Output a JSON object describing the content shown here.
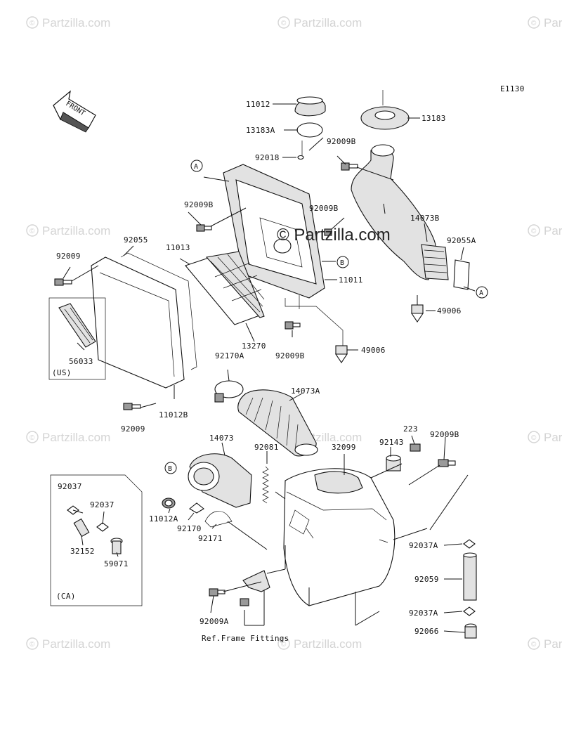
{
  "diagram_code": "E1130",
  "watermark": {
    "brand": "Partzilla.com",
    "symbol": "©",
    "center_text": "© Partzilla.com"
  },
  "front_arrow": {
    "text": "FRONT"
  },
  "callouts": {
    "A": "A",
    "B": "B"
  },
  "parts": {
    "p11012": "11012",
    "p13183A": "13183A",
    "p92018": "92018",
    "p92009B_top": "92009B",
    "p13183": "13183",
    "p92009B_left": "92009B",
    "p92009B_mid": "92009B",
    "p14073B": "14073B",
    "p92055A": "92055A",
    "p92055": "92055",
    "p11013": "11013",
    "p92009_left": "92009",
    "p11011": "11011",
    "p49006_right": "49006",
    "p56033": "56033",
    "us_label": "(US)",
    "p13270": "13270",
    "p92009B_low": "92009B",
    "p49006_low": "49006",
    "p92170A": "92170A",
    "p14073A": "14073A",
    "p11012B": "11012B",
    "p92009_low": "92009",
    "p14073": "14073",
    "p92081": "92081",
    "p32099": "32099",
    "p92143": "92143",
    "p223": "223",
    "p92009B_right": "92009B",
    "p92037_a": "92037",
    "p92037_b": "92037",
    "p32152": "32152",
    "p59071": "59071",
    "ca_label": "(CA)",
    "p11012A": "11012A",
    "p92170": "92170",
    "p92171": "92171",
    "p92037A_a": "92037A",
    "p92059": "92059",
    "p92037A_b": "92037A",
    "p92066": "92066",
    "p92009A": "92009A",
    "ref_frame": "Ref.Frame Fittings"
  }
}
